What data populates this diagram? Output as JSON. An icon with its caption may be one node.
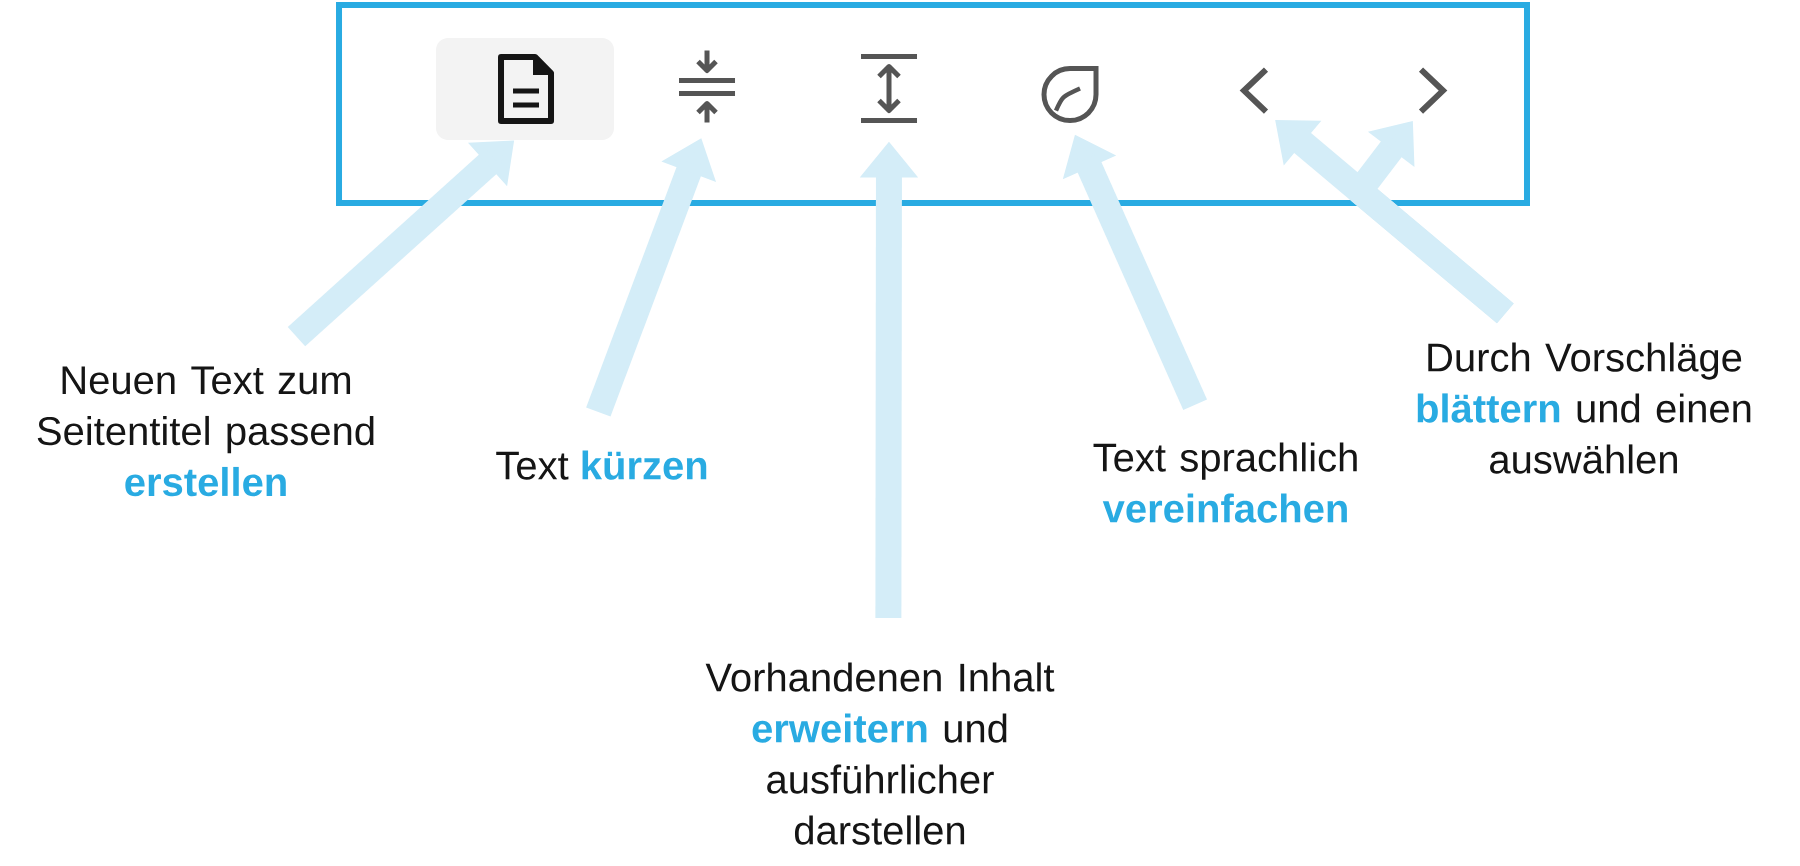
{
  "diagram": {
    "nodes": [
      {
        "text": [],
        "shape": "box"
      },
      {
        "text": [],
        "shape": "picture",
        "in": 0
      },
      {
        "text": [],
        "shape": "picture",
        "in": 0
      },
      {
        "text": [],
        "shape": "picture",
        "in": 0
      },
      {
        "text": [],
        "shape": "picture",
        "in": 0
      },
      {
        "text": [],
        "shape": "picture",
        "in": 0
      },
      {
        "text": [],
        "shape": "picture",
        "in": 0
      },
      {
        "text": [
          "Neuen Text zum Seitentitel passend **erstellen**"
        ]
      },
      {
        "text": [
          "Text **kürzen**"
        ]
      },
      {
        "text": [
          "Vorhandenen Inhalt **erweitern** und ausführlicher darstellen"
        ]
      },
      {
        "text": [
          "Text sprachlich **vereinfachen**"
        ]
      },
      {
        "text": [
          "Durch Vorschläge **blättern** und einen auswählen"
        ]
      }
    ],
    "edges": [
      {
        "from": 7,
        "to": 1,
        "arrow": "to"
      },
      {
        "from": 8,
        "to": 2,
        "arrow": "to"
      },
      {
        "from": 9,
        "to": 3,
        "arrow": "to"
      },
      {
        "from": 10,
        "to": 4,
        "arrow": "to"
      },
      {
        "from": 11,
        "to": 5,
        "arrow": "to"
      },
      {
        "from": 11,
        "to": 6,
        "arrow": "to"
      }
    ]
  }
}
